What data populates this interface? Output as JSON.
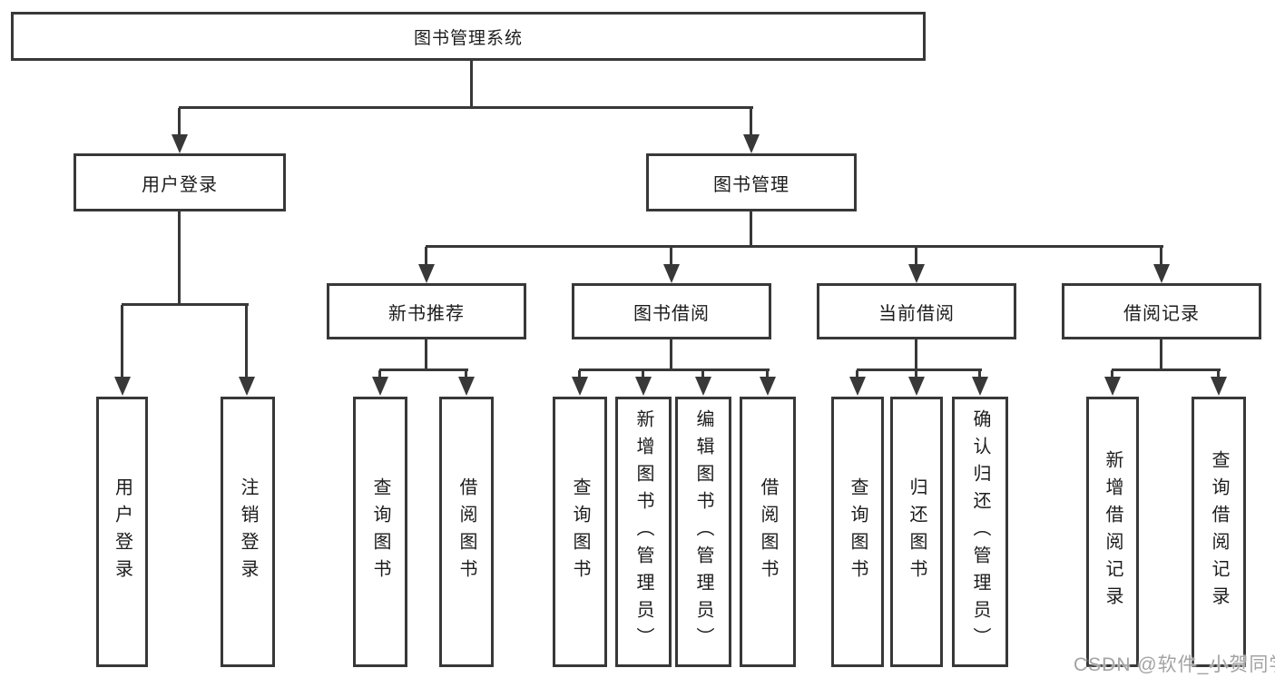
{
  "watermark": "CSDN @软件_小贺同学",
  "colors": {
    "line": "#383838",
    "box_background": "#ffffff",
    "text": "#1c1c1c",
    "watermark": "#a3a3a3"
  },
  "tree": {
    "label": "图书管理系统",
    "children": [
      {
        "label": "用户登录",
        "children": [
          {
            "label": "用户登录"
          },
          {
            "label": "注销登录"
          }
        ]
      },
      {
        "label": "图书管理",
        "children": [
          {
            "label": "新书推荐",
            "children": [
              {
                "label": "查询图书"
              },
              {
                "label": "借阅图书"
              }
            ]
          },
          {
            "label": "图书借阅",
            "children": [
              {
                "label": "查询图书"
              },
              {
                "label": "新增图书（管理员）"
              },
              {
                "label": "编辑图书（管理员）"
              },
              {
                "label": "借阅图书"
              }
            ]
          },
          {
            "label": "当前借阅",
            "children": [
              {
                "label": "查询图书"
              },
              {
                "label": "归还图书"
              },
              {
                "label": "确认归还（管理员）"
              }
            ]
          },
          {
            "label": "借阅记录",
            "children": [
              {
                "label": "新增借阅记录"
              },
              {
                "label": "查询借阅记录"
              }
            ]
          }
        ]
      }
    ]
  }
}
